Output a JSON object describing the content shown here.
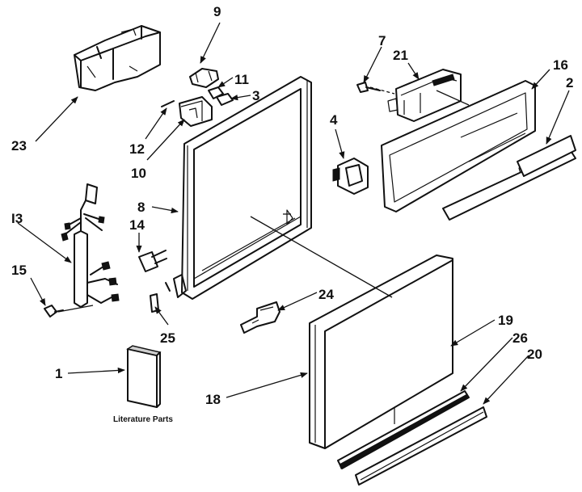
{
  "callouts": {
    "c1": "1",
    "c2": "2",
    "c3": "3",
    "c4": "4",
    "c7": "7",
    "c8": "8",
    "c9": "9",
    "c10": "10",
    "c11": "11",
    "c12": "12",
    "c13": "I3",
    "c14": "14",
    "c15": "15",
    "c16": "16",
    "c18": "18",
    "c19": "19",
    "c20": "20",
    "c21": "21",
    "c23": "23",
    "c24": "24",
    "c25": "25",
    "c26": "26"
  },
  "literature_caption": "Literature Parts"
}
